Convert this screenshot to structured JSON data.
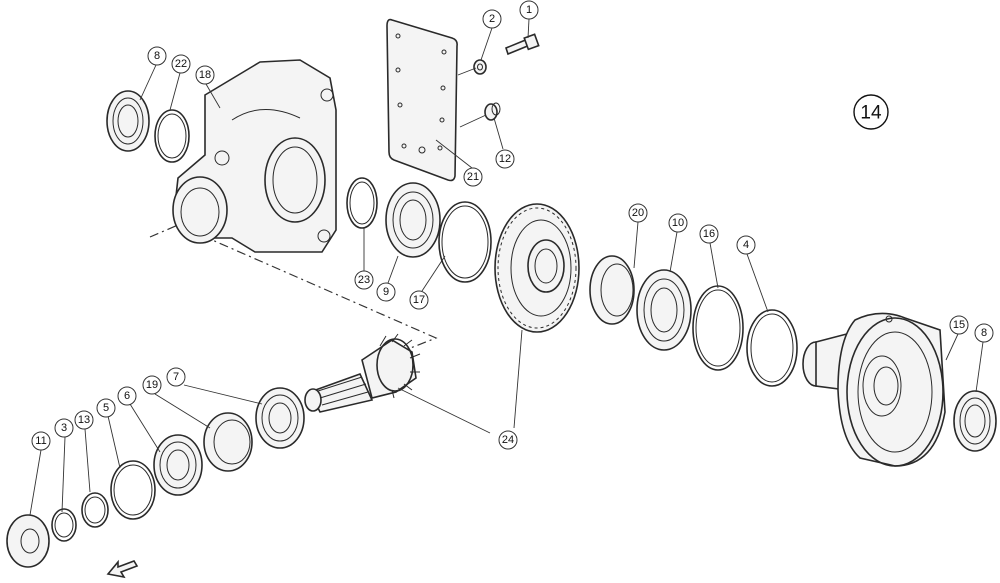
{
  "diagram": {
    "group_label": "14",
    "callouts": [
      "1",
      "2",
      "8",
      "22",
      "18",
      "12",
      "21",
      "23",
      "9",
      "17",
      "20",
      "10",
      "16",
      "4",
      "15",
      "8",
      "24",
      "7",
      "19",
      "6",
      "5",
      "13",
      "3",
      "11"
    ]
  }
}
